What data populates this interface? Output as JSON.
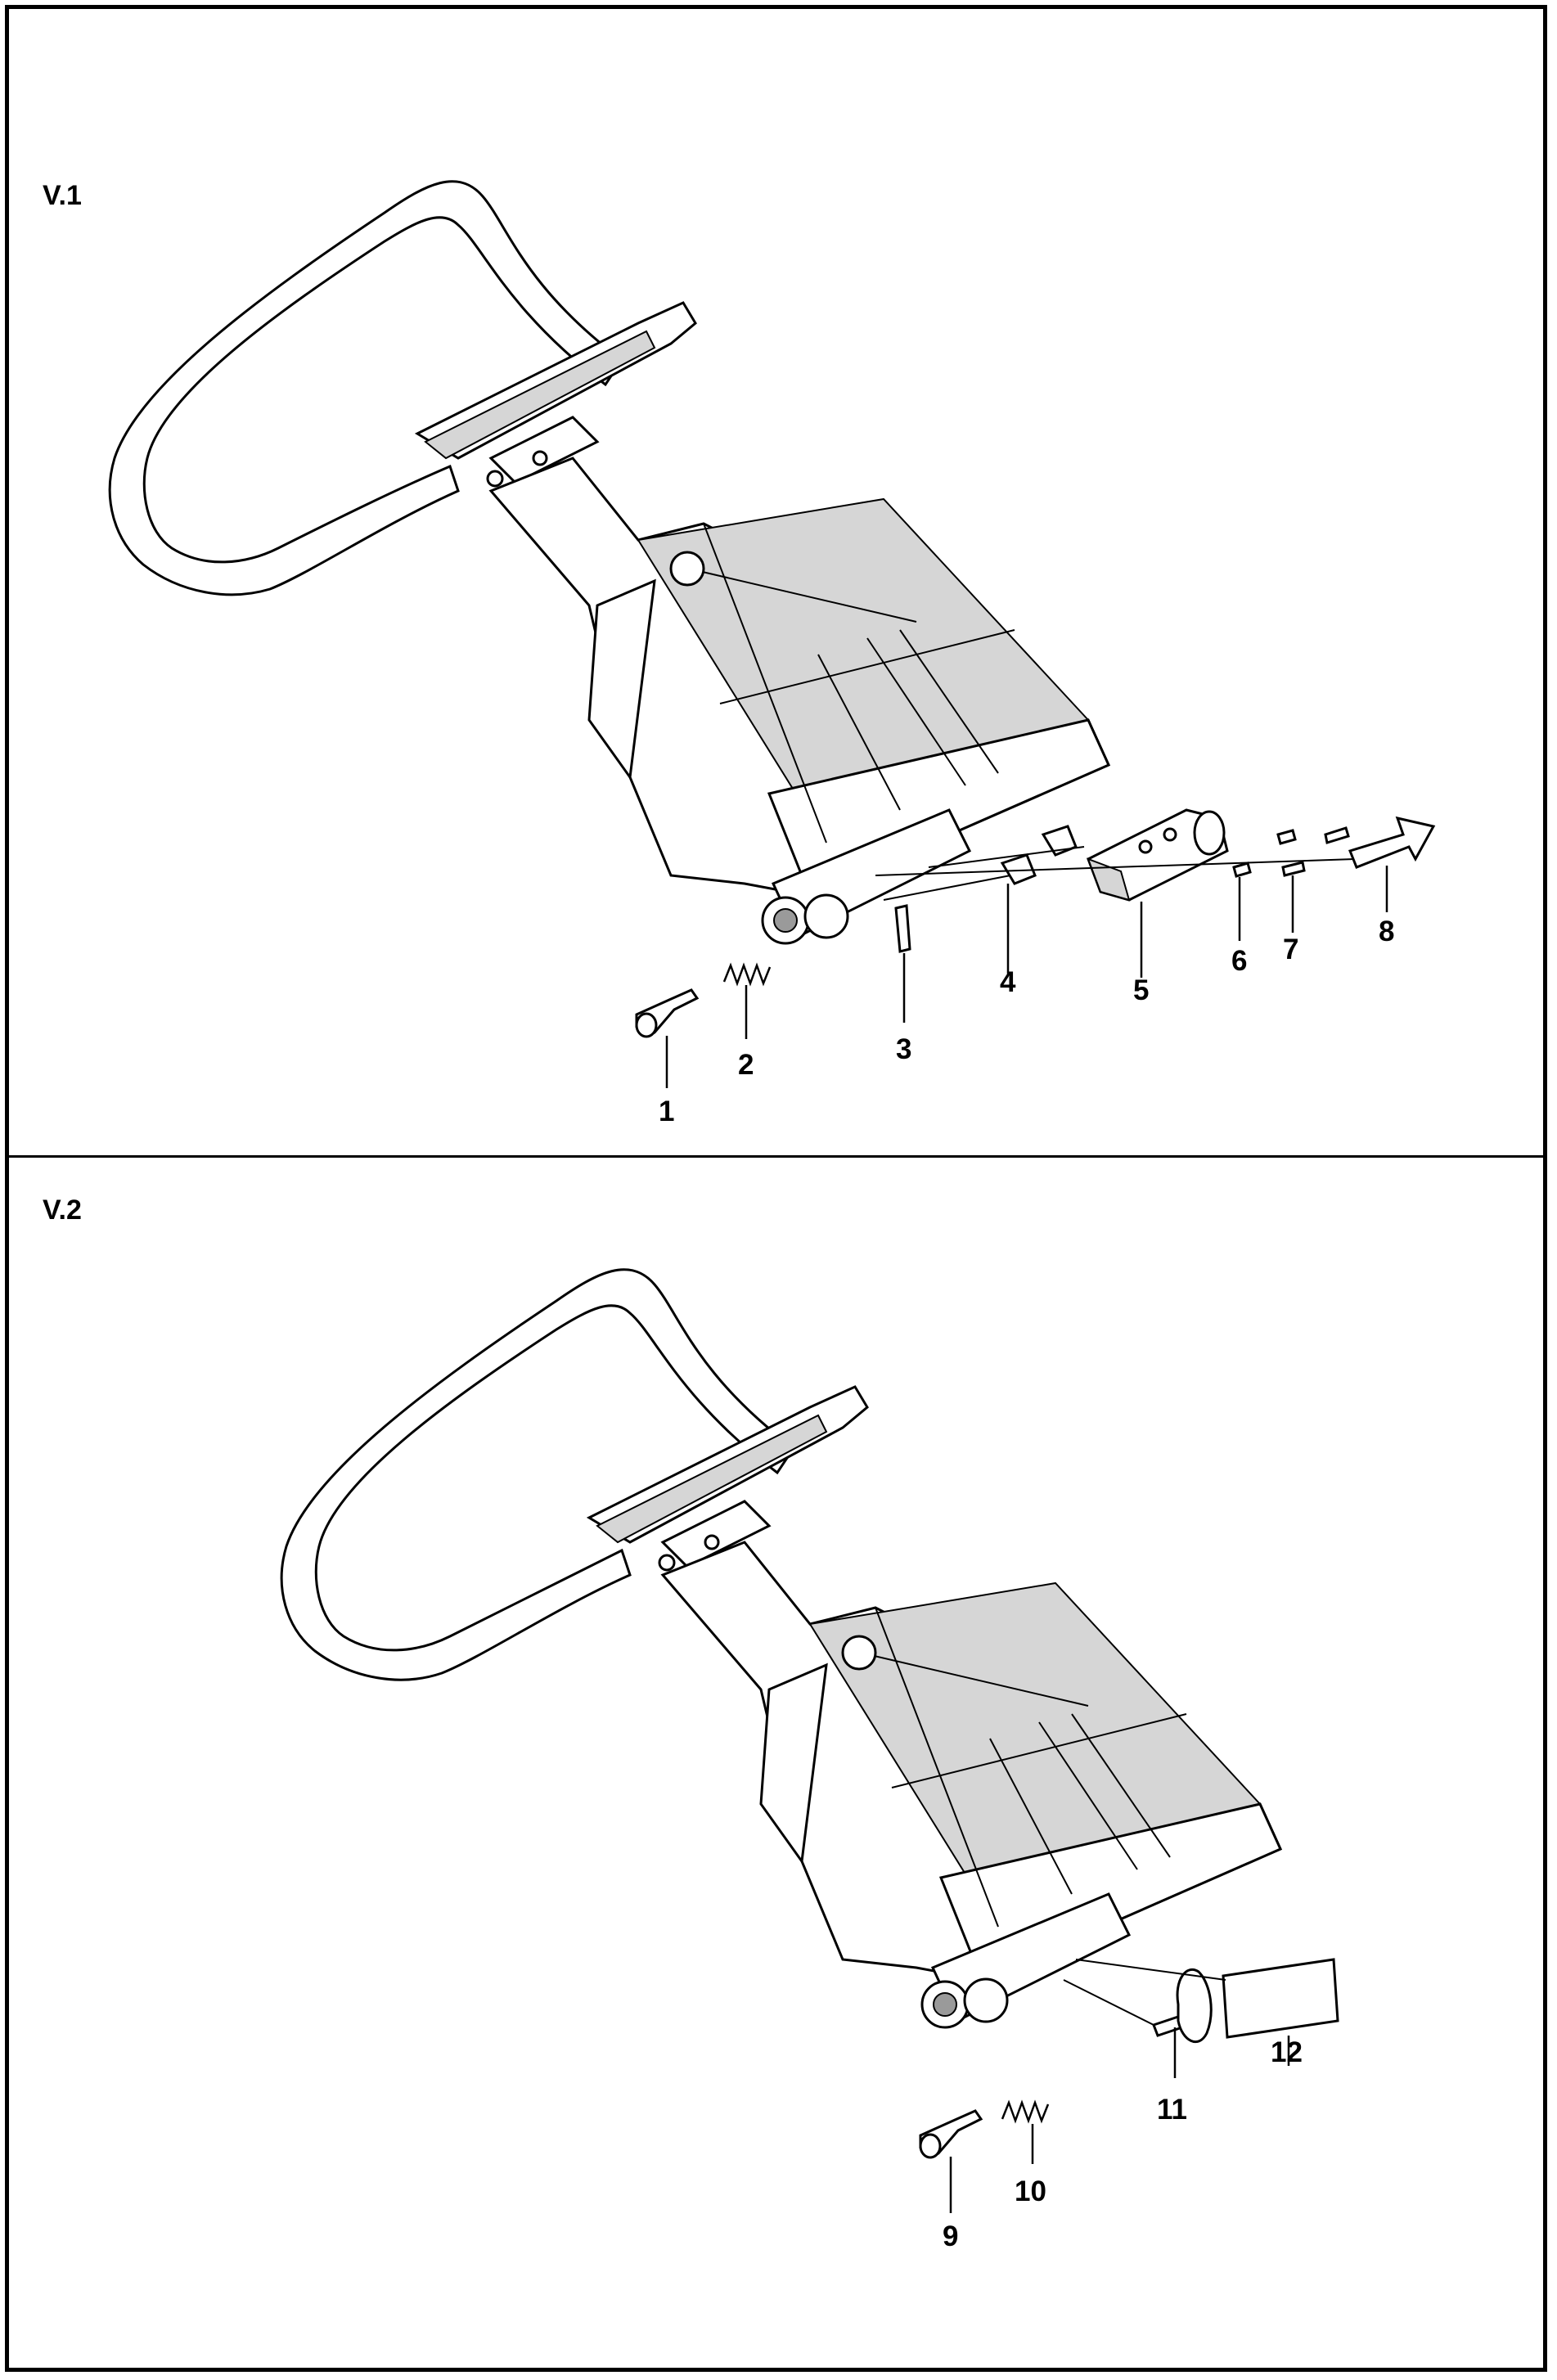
{
  "views": [
    {
      "id": "v1",
      "label": "V.1",
      "callouts": [
        "1",
        "2",
        "3",
        "4",
        "5",
        "6",
        "7",
        "8"
      ]
    },
    {
      "id": "v2",
      "label": "V.2",
      "callouts": [
        "9",
        "10",
        "11",
        "12"
      ]
    }
  ]
}
